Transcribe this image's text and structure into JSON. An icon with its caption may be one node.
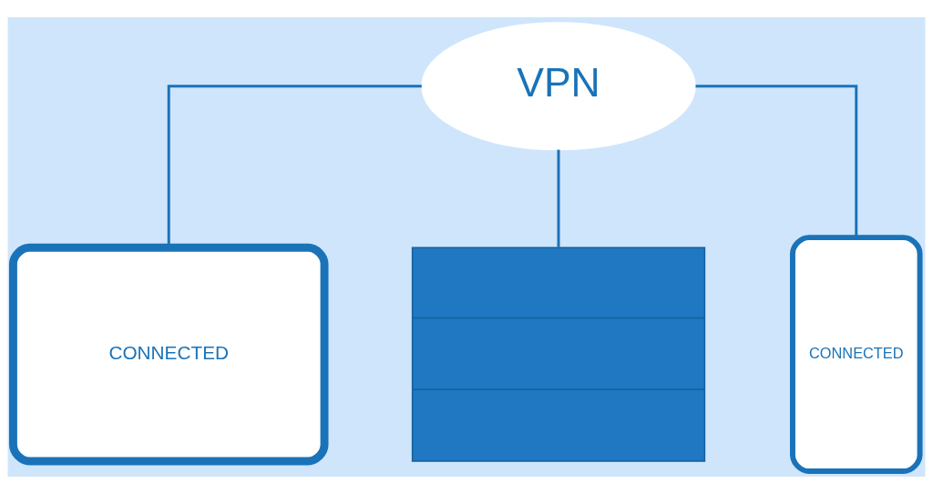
{
  "diagram": {
    "nodes": [
      {
        "text": [
          "VPN"
        ]
      },
      {
        "text": [
          "CONNECTED"
        ]
      },
      {
        "text": [],
        "shape": "box"
      },
      {
        "text": [
          "CONNECTED"
        ]
      }
    ],
    "edges": [
      {
        "from": 0,
        "to": 1,
        "arrow": "none"
      },
      {
        "from": 0,
        "to": 2,
        "arrow": "none"
      },
      {
        "from": 0,
        "to": 3,
        "arrow": "none"
      }
    ]
  }
}
